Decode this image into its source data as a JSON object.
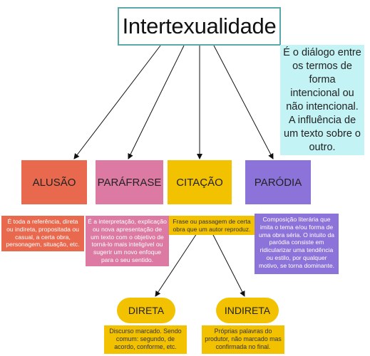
{
  "title": "Intertexualidade",
  "definition": "É o diálogo entre os termos de forma intencional ou não intencional. A influência de um texto sobre o outro.",
  "categories": {
    "alusao": {
      "label": "ALUSÃO",
      "description": "É toda a referência, direta ou indireta, propositada ou casual, a certa obra, personagem, situação, etc."
    },
    "parafrase": {
      "label": "PARÁFRASE",
      "description": "É a interpretação, explicação ou nova apresentação de um texto com o objetivo de torná-lo mais inteligível ou sugerir um novo enfoque para o seu sentido."
    },
    "citacao": {
      "label": "CITAÇÃO",
      "description": "Frase ou passagem de certa obra que um autor reproduz."
    },
    "parodia": {
      "label": "PARÓDIA",
      "description": "Composição literária que imita o tema e/ou forma de uma obra séria. O intuito da paródia consiste em ridicularizar uma tendência ou estilo, por qualquer motivo, se torna dominante."
    }
  },
  "subtypes": {
    "direta": {
      "label": "DIRETA",
      "description": "Discurso marcado. Sendo comum: segundo, de acordo, conforme, etc."
    },
    "indireta": {
      "label": "INDIRETA",
      "description": "Próprias palavras do produtor, não marcado mas confirmada no final."
    }
  },
  "colors": {
    "alusao": "#e8694e",
    "parafrase": "#dc7aa3",
    "citacao": "#f2c100",
    "parodia": "#8c73d9"
  }
}
